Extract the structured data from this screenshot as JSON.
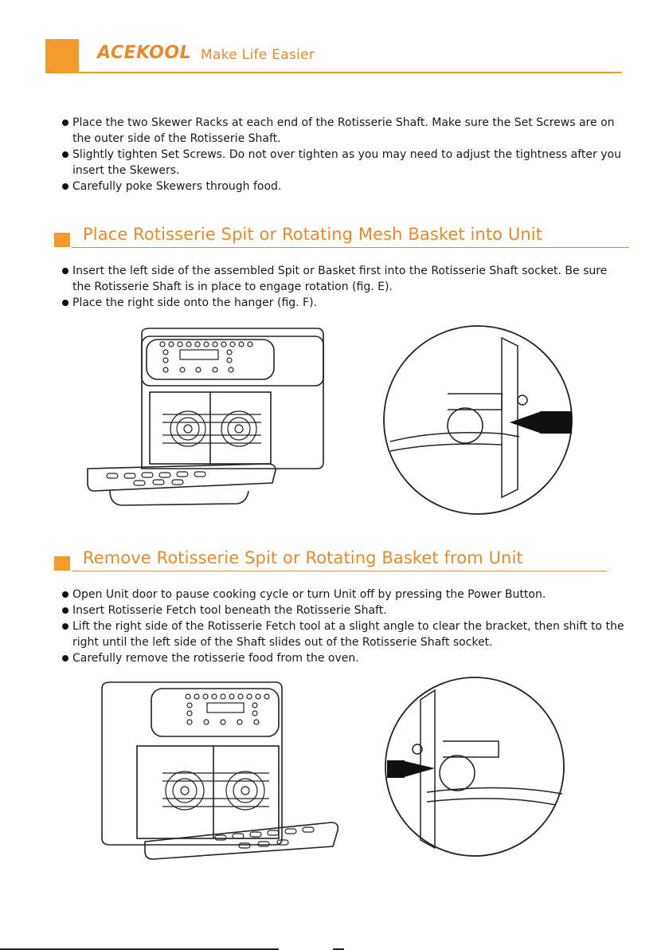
{
  "header": {
    "brand": "ACEKOOL",
    "tagline": "Make Life Easier"
  },
  "intro_bullets": [
    "Place the two Skewer Racks at each end of the Rotisserie Shaft. Make sure the Set Screws are on the outer side of the Rotisserie Shaft.",
    "Slightly tighten Set Screws. Do not over tighten as you may need to adjust the tightness after you insert the Skewers.",
    "Carefully poke Skewers through food."
  ],
  "section1": {
    "title": "Place Rotisserie Spit or Rotating Mesh Basket into Unit",
    "bullets": [
      "Insert the left side of the assembled Spit or Basket first into the Rotisserie Shaft socket. Be sure the Rotisserie Shaft is in place to engage rotation (fig. E).",
      "Place the right side onto the hanger (fig. F)."
    ]
  },
  "section2": {
    "title": "Remove Rotisserie Spit or Rotating Basket from Unit",
    "bullets": [
      "Open Unit door to pause cooking cycle or turn Unit off by pressing the Power Button.",
      "Insert Rotisserie Fetch tool beneath the Rotisserie Shaft.",
      "Lift the right side of the Rotisserie Fetch tool at a slight angle to clear the bracket, then shift to the right until the left side of the Shaft slides out of the Rotisserie Shaft socket.",
      "Carefully remove the rotisserie food from the oven."
    ]
  },
  "colors": {
    "accent": "#f39a2d",
    "accent_text": "#e8892a",
    "text": "#1a1a1a"
  }
}
